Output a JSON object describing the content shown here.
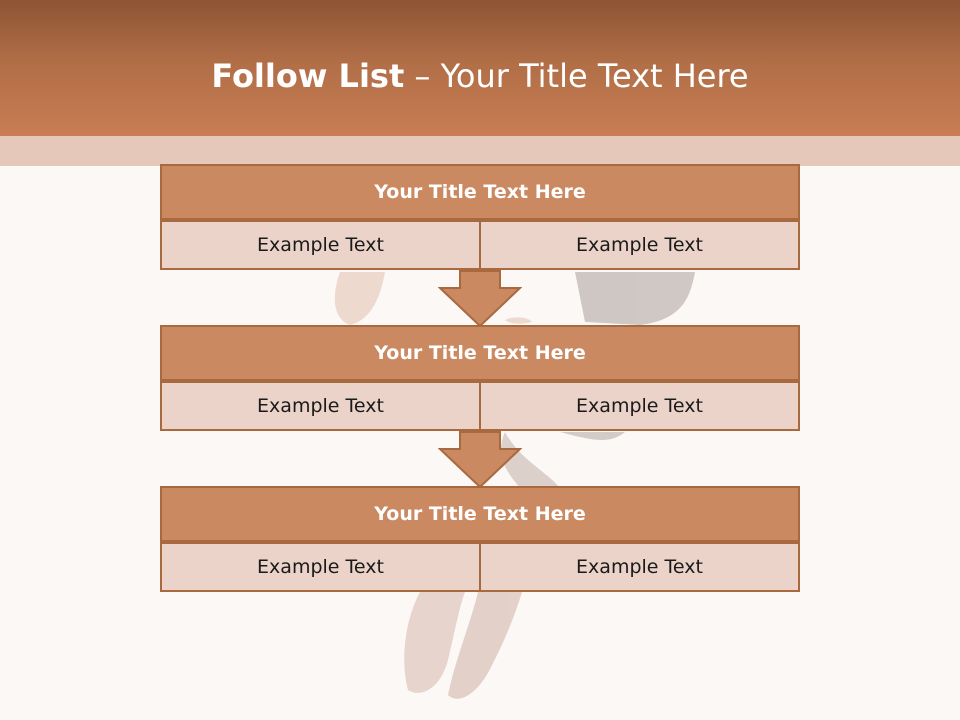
{
  "slide": {
    "title_bold": "Follow List",
    "title_rest": " – Your Title Text Here"
  },
  "steps": [
    {
      "title": "Your Title Text Here",
      "left": "Example Text",
      "right": "Example Text"
    },
    {
      "title": "Your Title Text Here",
      "left": "Example Text",
      "right": "Example Text"
    },
    {
      "title": "Your Title Text Here",
      "left": "Example Text",
      "right": "Example Text"
    }
  ],
  "colors": {
    "header": "#c97d52",
    "box_title": "#cb8961",
    "box_cell": "#ebd3c9",
    "border": "#a9693f",
    "background": "#fcf8f6"
  }
}
